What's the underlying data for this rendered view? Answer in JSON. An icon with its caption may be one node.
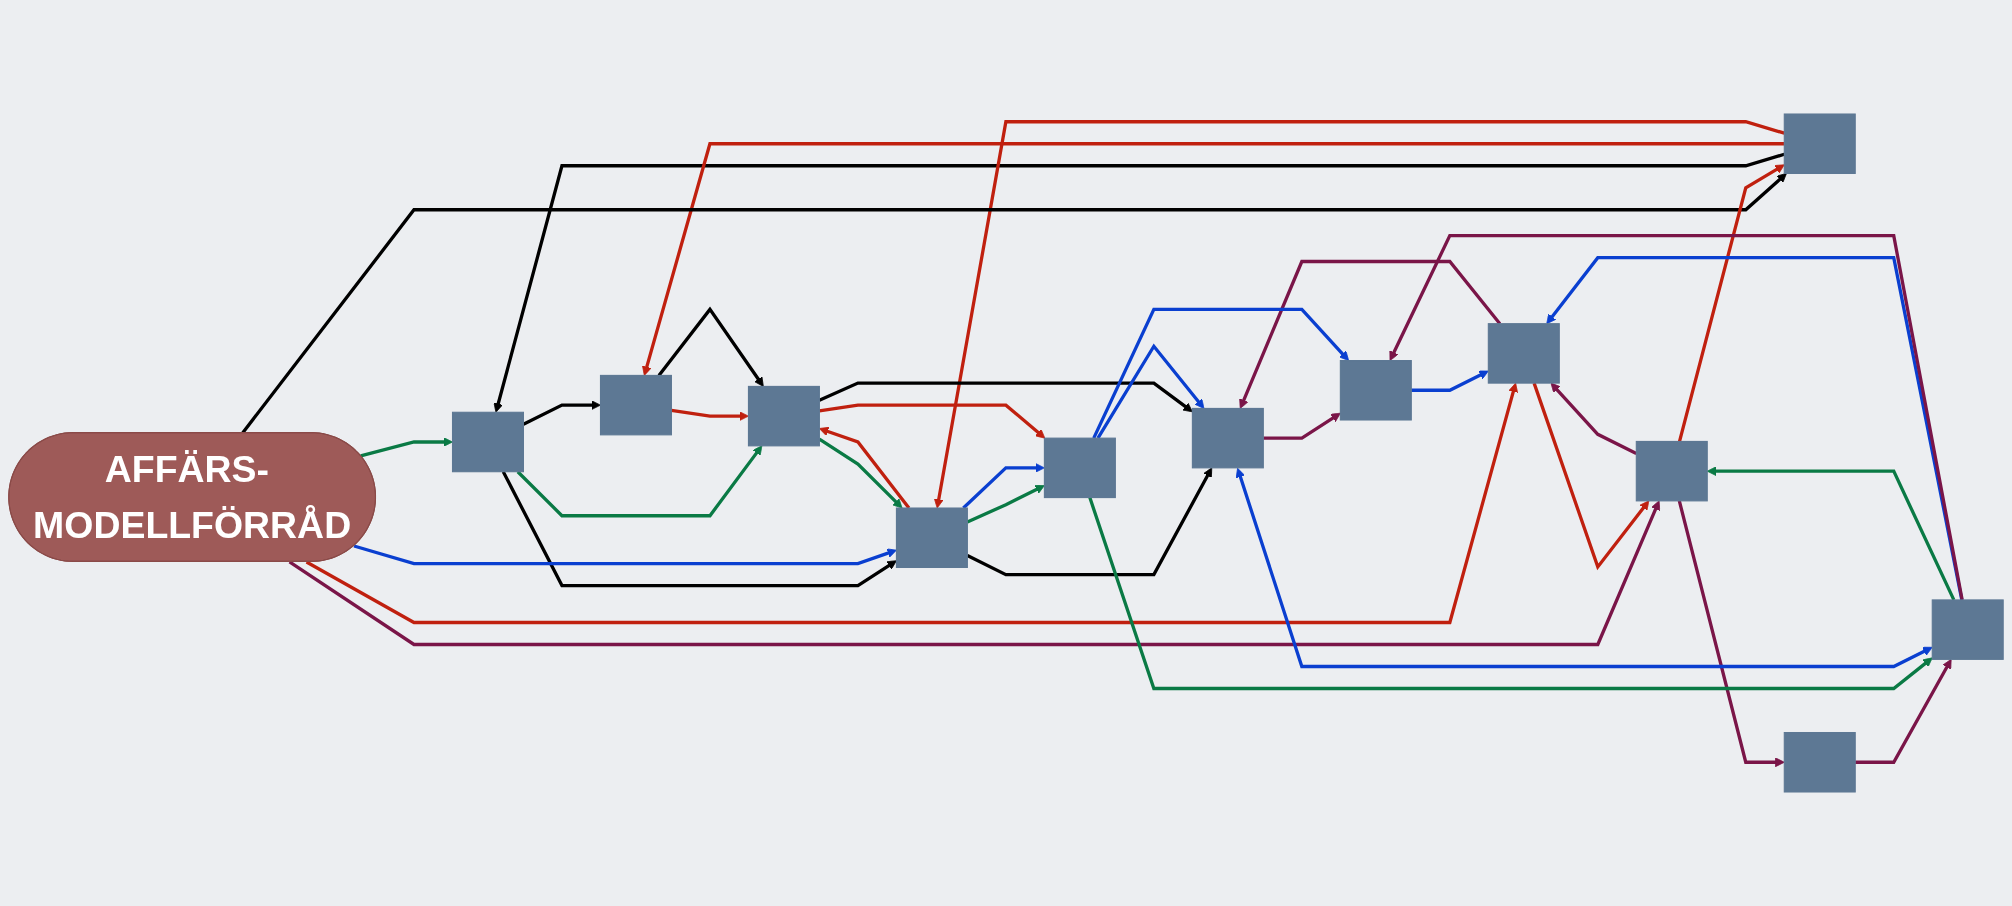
{
  "diagram": {
    "nodes": [
      {
        "text": [],
        "shape": "box"
      },
      {
        "text": [],
        "shape": "box"
      },
      {
        "text": [],
        "shape": "box"
      },
      {
        "text": [],
        "shape": "box"
      },
      {
        "text": [],
        "shape": "box"
      },
      {
        "text": [],
        "shape": "box"
      },
      {
        "text": [],
        "shape": "box"
      },
      {
        "text": [
          "AFFÄRS- MODELLFÖRRÅD"
        ]
      },
      {
        "text": [],
        "shape": "box"
      },
      {
        "text": [],
        "shape": "box"
      },
      {
        "text": [],
        "shape": "box"
      },
      {
        "text": [],
        "shape": "box"
      },
      {
        "text": [],
        "shape": "box"
      }
    ],
    "edges": [
      {
        "from": 1,
        "to": 0,
        "arrow": "to",
        "color": "#000000"
      },
      {
        "from": 7,
        "to": 0,
        "arrow": "to",
        "color": "#0a7a45"
      },
      {
        "from": 1,
        "to": 5,
        "arrow": "to",
        "color": "#c0200f"
      },
      {
        "from": 1,
        "to": 6,
        "arrow": "to",
        "color": "#c0200f"
      },
      {
        "from": 7,
        "to": 1,
        "arrow": "to",
        "color": "#000000"
      },
      {
        "from": 2,
        "to": 1,
        "arrow": "to",
        "color": "#c0200f"
      },
      {
        "from": 7,
        "to": 2,
        "arrow": "to",
        "color": "#7a1548"
      },
      {
        "from": 0,
        "to": 5,
        "arrow": "to",
        "color": "#000000"
      },
      {
        "from": 0,
        "to": 6,
        "arrow": "to",
        "color": "#000000"
      },
      {
        "from": 0,
        "to": 8,
        "arrow": "to",
        "color": "#0a7a45"
      },
      {
        "from": 7,
        "to": 6,
        "arrow": "to",
        "color": "#0a3fd0"
      },
      {
        "from": 7,
        "to": 4,
        "arrow": "to",
        "color": "#c0200f"
      },
      {
        "from": 4,
        "to": 2,
        "arrow": "to",
        "color": "#c0200f"
      },
      {
        "from": 2,
        "to": 4,
        "arrow": "to",
        "color": "#7a1548"
      },
      {
        "from": 2,
        "to": 3,
        "arrow": "to",
        "color": "#7a1548"
      },
      {
        "from": 12,
        "to": 2,
        "arrow": "to",
        "color": "#0a7a45"
      },
      {
        "from": 3,
        "to": 12,
        "arrow": "to",
        "color": "#7a1548"
      },
      {
        "from": 5,
        "to": 8,
        "arrow": "to",
        "color": "#c0200f"
      },
      {
        "from": 5,
        "to": 8,
        "arrow": "to",
        "color": "#000000"
      },
      {
        "from": 6,
        "to": 8,
        "arrow": "to",
        "color": "#c0200f"
      },
      {
        "from": 8,
        "to": 6,
        "arrow": "to",
        "color": "#0a7a45"
      },
      {
        "from": 6,
        "to": 11,
        "arrow": "to",
        "color": "#000000"
      },
      {
        "from": 6,
        "to": 10,
        "arrow": "to",
        "color": "#0a7a45"
      },
      {
        "from": 6,
        "to": 10,
        "arrow": "to",
        "color": "#0a3fd0"
      },
      {
        "from": 8,
        "to": 10,
        "arrow": "to",
        "color": "#c0200f"
      },
      {
        "from": 8,
        "to": 11,
        "arrow": "to",
        "color": "#000000"
      },
      {
        "from": 4,
        "to": 11,
        "arrow": "to",
        "color": "#7a1548"
      },
      {
        "from": 11,
        "to": 9,
        "arrow": "to",
        "color": "#7a1548"
      },
      {
        "from": 9,
        "to": 4,
        "arrow": "to",
        "color": "#0a3fd0"
      },
      {
        "from": 12,
        "to": 4,
        "arrow": "to",
        "color": "#0a3fd0"
      },
      {
        "from": 10,
        "to": 9,
        "arrow": "to",
        "color": "#0a3fd0"
      },
      {
        "from": 12,
        "to": 9,
        "arrow": "to",
        "color": "#7a1548"
      },
      {
        "from": 10,
        "to": 12,
        "arrow": "to",
        "color": "#0a7a45"
      },
      {
        "from": 10,
        "to": 11,
        "arrow": "to",
        "color": "#0a3fd0"
      },
      {
        "from": 11,
        "to": 12,
        "arrow": "both",
        "color": "#0a3fd0"
      }
    ]
  }
}
